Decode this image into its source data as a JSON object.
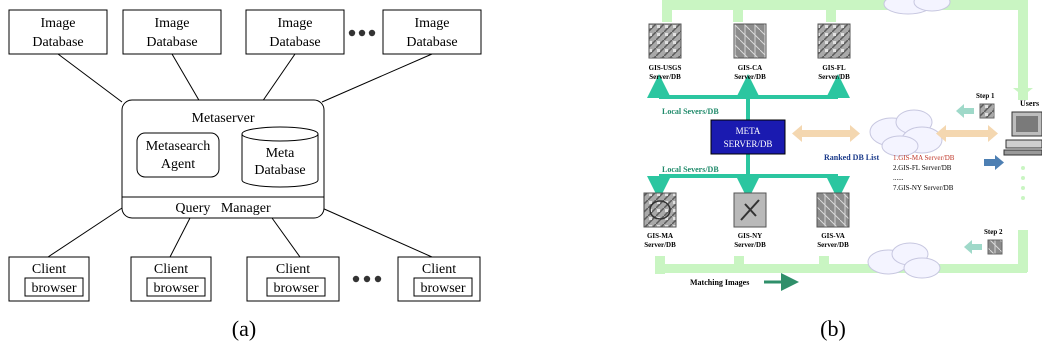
{
  "panel_a": {
    "caption": "(a)",
    "image_databases": [
      "Image\nDatabase",
      "Image\nDatabase",
      "Image\nDatabase",
      "Image\nDatabase"
    ],
    "metaserver": {
      "title": "Metaserver",
      "agent": "Metasearch\nAgent",
      "meta_db": "Meta\nDatabase",
      "query_manager": "Query   Manager"
    },
    "clients": [
      {
        "label": "Client",
        "browser": "browser"
      },
      {
        "label": "Client",
        "browser": "browser"
      },
      {
        "label": "Client",
        "browser": "browser"
      },
      {
        "label": "Client",
        "browser": "browser"
      }
    ]
  },
  "panel_b": {
    "caption": "(b)",
    "top_servers": [
      "GIS-USGS\nServer/DB",
      "GIS-CA\nServer/DB",
      "GIS-FL\nServer/DB"
    ],
    "bottom_servers": [
      "GIS-MA\nServer/DB",
      "GIS-NY\nServer/DB",
      "GIS-VA\nServer/DB"
    ],
    "local_servers_label_top": "Local Severs/DB",
    "local_servers_label_bottom": "Local Severs/DB",
    "meta_server": "META\nSERVER/DB",
    "ranked_title": "Ranked DB List",
    "ranked_items": [
      "1.GIS-MA Server/DB",
      "2.GIS-FL Server/DB",
      "......",
      "7.GIS-NY Server/DB"
    ],
    "step1": "Step 1",
    "step2": "Step 2",
    "users": "Users",
    "matching_images": "Matching Images"
  },
  "colors": {
    "line": "#000000",
    "teal": "#2bc6a0",
    "pale_green": "#c9f5c2",
    "meta_blue": "#1a1ab0",
    "title_green": "#1f8a6a",
    "ranked_blue": "#1a3a8a",
    "ranked_red": "#c0392b",
    "peach": "#f4d7b0",
    "steel_blue": "#4d7fb3"
  }
}
